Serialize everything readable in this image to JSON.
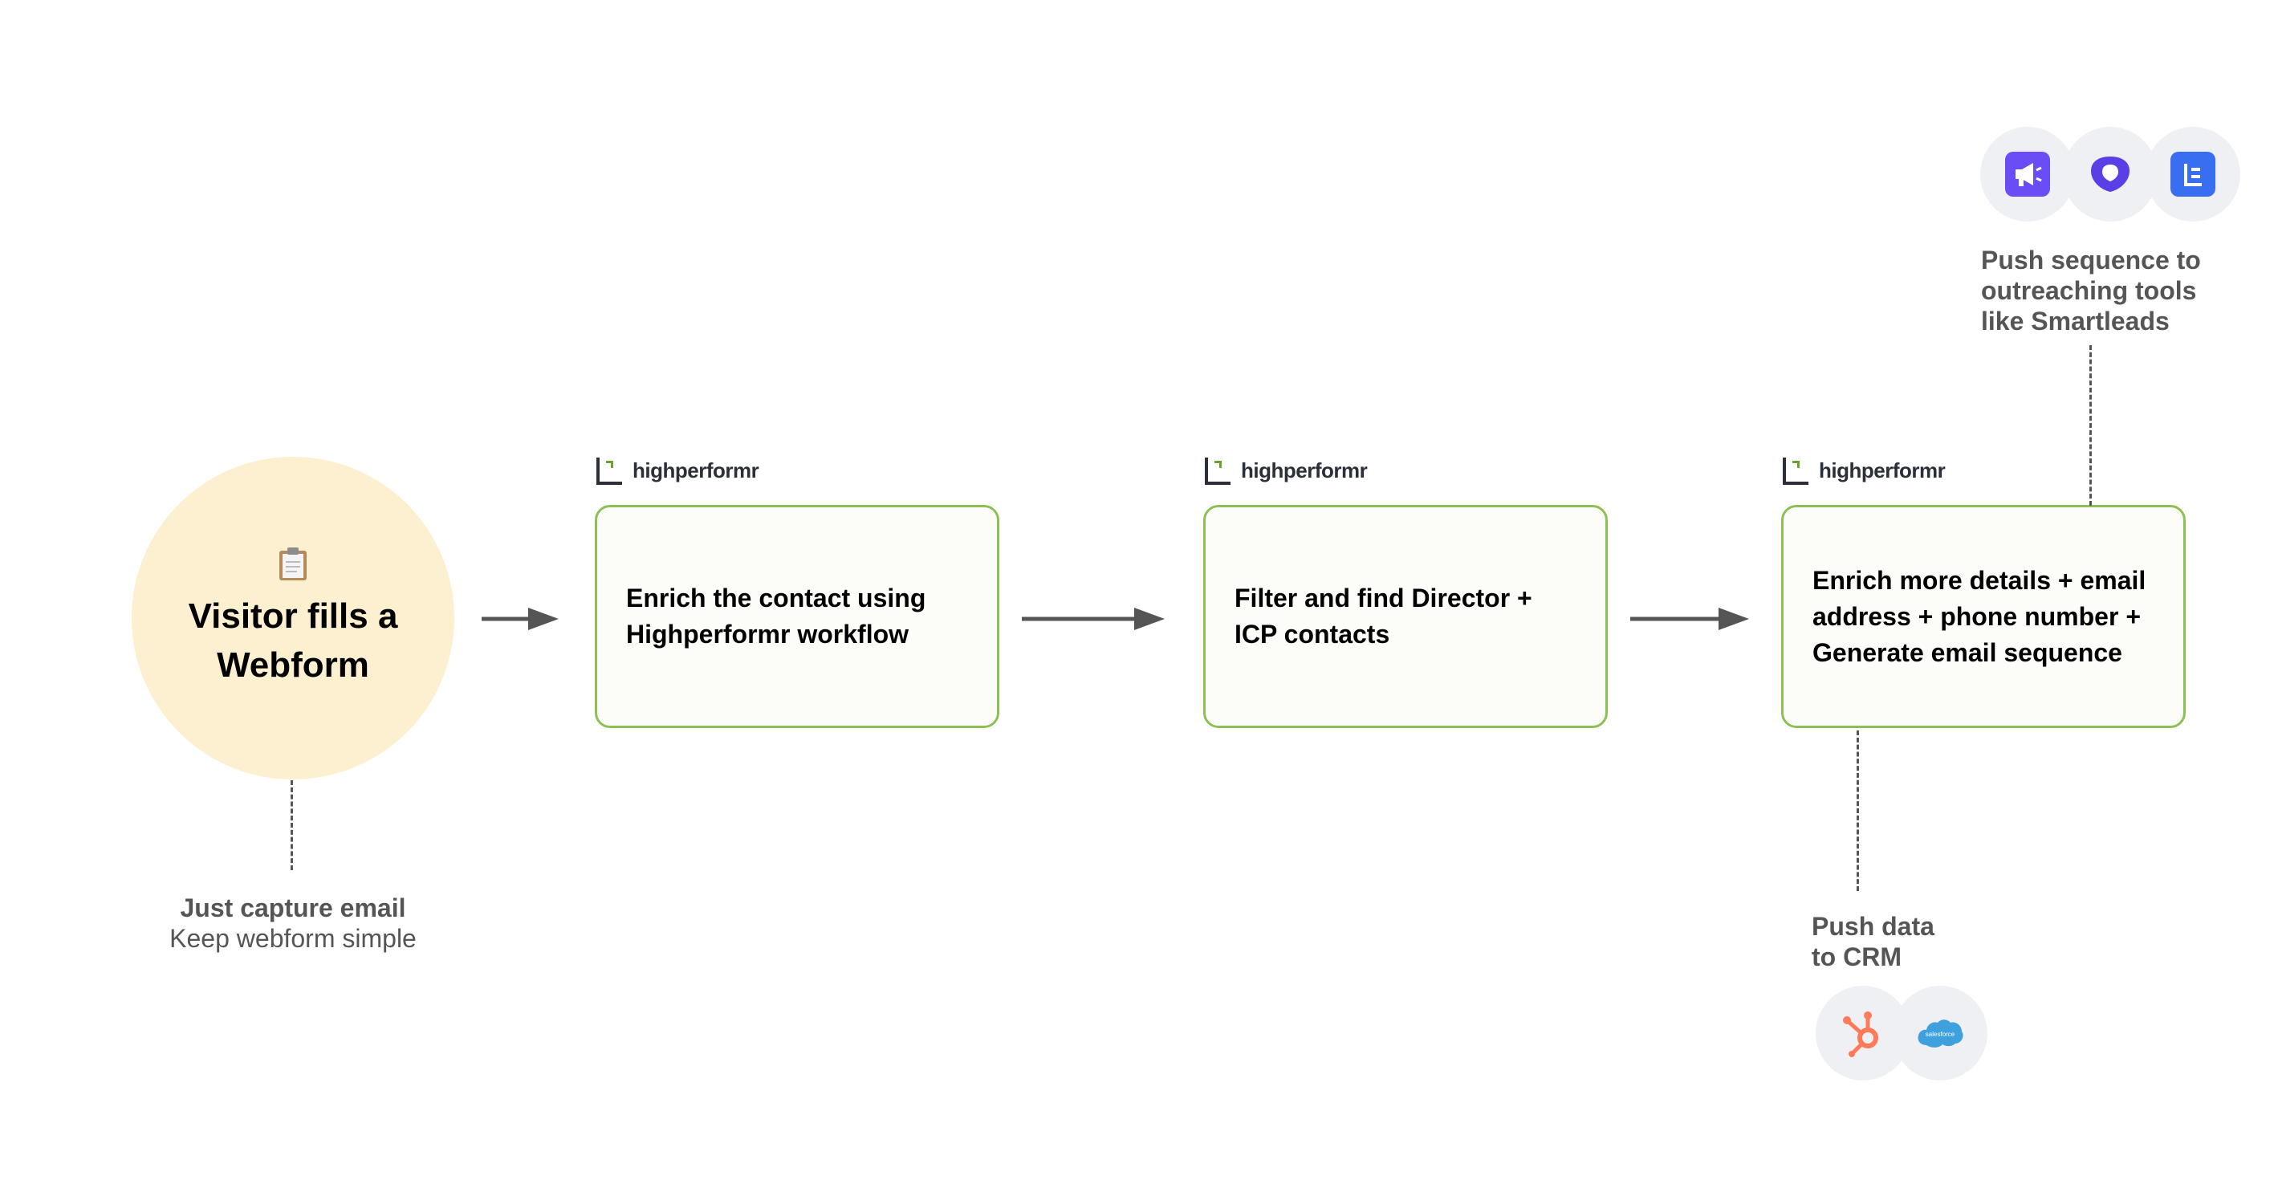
{
  "start": {
    "icon": "clipboard-icon",
    "title": "Visitor fills a Webform",
    "note_bold": "Just capture email",
    "note": "Keep webform simple"
  },
  "brand": {
    "name": "highperformr"
  },
  "steps": [
    {
      "text": "Enrich the contact using Highperformr workflow"
    },
    {
      "text": "Filter and find Director + ICP contacts"
    },
    {
      "text": "Enrich more details + email address + phone number + Generate email sequence"
    }
  ],
  "outreach": {
    "caption": "Push sequence to outreaching tools like Smartleads",
    "tools": [
      "megaphone-icon",
      "shield-icon",
      "e-logo-icon"
    ]
  },
  "crm": {
    "caption": "Push data to CRM",
    "tools": [
      "hubspot-icon",
      "salesforce-icon"
    ],
    "salesforce_label": "salesforce"
  },
  "colors": {
    "start_fill": "#fcf0d0",
    "box_border": "#8dc052",
    "box_fill": "#fcfdf8",
    "arrow": "#555555",
    "logo_green": "#6aa32e",
    "outreach_purple": "#6a4df4",
    "hubspot_orange": "#ff7a59",
    "salesforce_blue": "#3ea0dc"
  }
}
